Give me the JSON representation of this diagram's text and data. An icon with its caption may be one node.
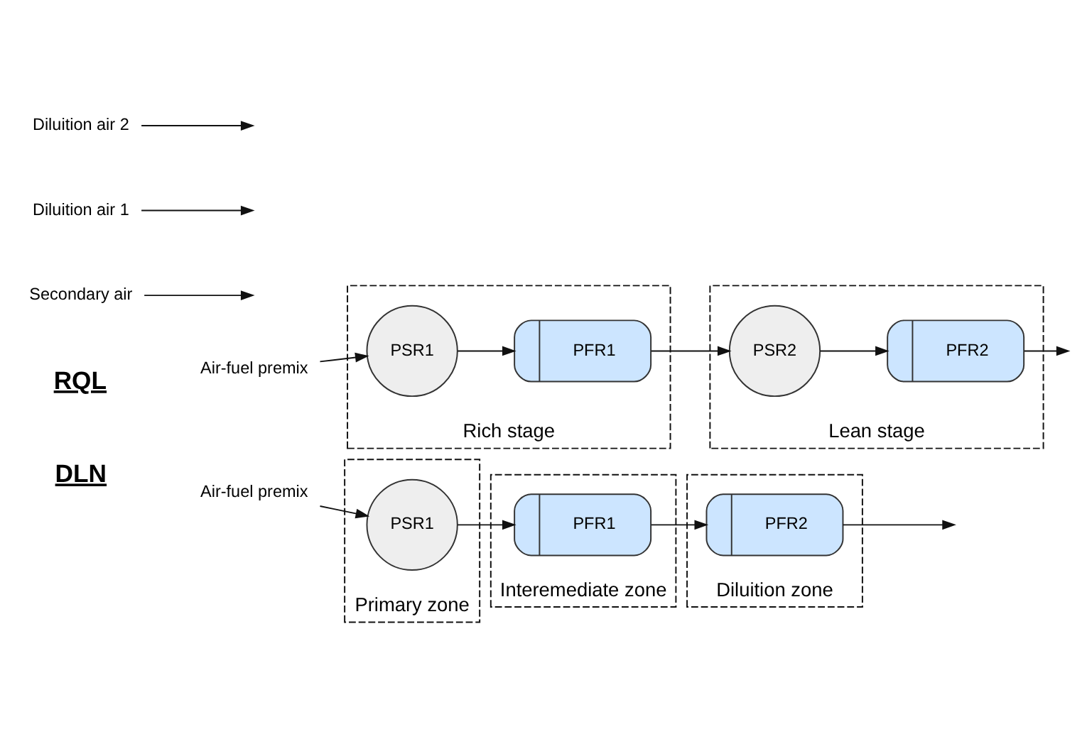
{
  "diagram": {
    "nodes": [
      {
        "text": [
          "Air-fuel premix"
        ]
      },
      {
        "text": [
          "Rich stage"
        ]
      },
      {
        "text": [
          "PSR1"
        ],
        "in": 1
      },
      {
        "text": [
          "PFR1"
        ],
        "in": 1
      },
      {
        "text": [
          "Secondary air"
        ]
      },
      {
        "text": [
          "Lean stage"
        ]
      },
      {
        "text": [
          "PSR2"
        ],
        "in": 5
      },
      {
        "text": [
          "PFR2"
        ],
        "in": 5
      },
      {
        "text": [
          "Air-fuel premix"
        ]
      },
      {
        "text": [
          "Primary zone"
        ]
      },
      {
        "text": [
          "PSR1"
        ],
        "in": 9
      },
      {
        "text": [
          "Diluition air 1"
        ]
      },
      {
        "text": [
          "Interemediate zone"
        ]
      },
      {
        "text": [
          "PFR1"
        ],
        "in": 12
      },
      {
        "text": [
          "Diluition air 2"
        ]
      },
      {
        "text": [
          "Diluition zone"
        ]
      },
      {
        "text": [
          "PFR2"
        ],
        "in": 15
      }
    ],
    "edges": [
      {
        "from": 0,
        "to": 2,
        "arrow": "to"
      },
      {
        "from": 2,
        "to": 3,
        "arrow": "to"
      },
      {
        "from": 3,
        "to": 6,
        "arrow": "to"
      },
      {
        "from": 4,
        "to": null,
        "arrow": "to"
      },
      {
        "from": 6,
        "to": 7,
        "arrow": "to"
      },
      {
        "from": 7,
        "to": null,
        "arrow": "to"
      },
      {
        "from": 8,
        "to": 10,
        "arrow": "to"
      },
      {
        "from": 10,
        "to": 13,
        "arrow": "to"
      },
      {
        "from": 11,
        "to": null,
        "arrow": "to"
      },
      {
        "from": 13,
        "to": 16,
        "arrow": "to"
      },
      {
        "from": 14,
        "to": null,
        "arrow": "to"
      },
      {
        "from": 16,
        "to": null,
        "arrow": "to"
      }
    ],
    "labels": [
      "RQL",
      "DLN"
    ]
  }
}
